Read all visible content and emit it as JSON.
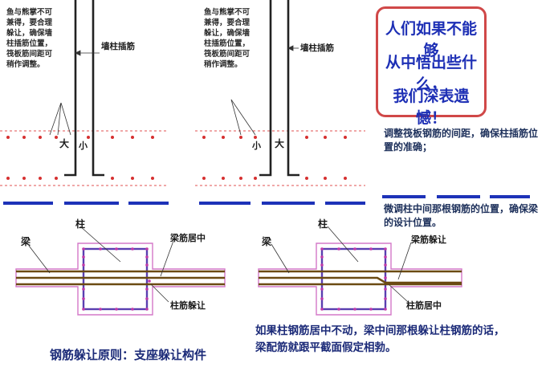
{
  "top_left": {
    "note": "鱼与熊掌不可兼得，要合理躲让，确保墙柱插筋位置，筏板筋间距可稍作调整。",
    "label_wall_rebar": "墙柱插筋",
    "label_big": "大",
    "label_small": "小"
  },
  "top_middle": {
    "note": "鱼与熊掌不可兼得，要合理躲让，确保墙柱插筋位置，筏板筋间距可稍作调整。",
    "label_wall_rebar": "墙柱插筋",
    "label_small": "小",
    "label_big": "大"
  },
  "callout": {
    "line1": "人们如果不能够",
    "line2": "从中悟出些什么，",
    "line3": "我们深表遗憾！",
    "border_color": "#d04848",
    "text_color": "#1d2fb5"
  },
  "right_notes": {
    "adjust_spacing": "调整筏板钢筋的间距，确保柱插筋位置的准确；",
    "adjust_beam": "微调柱中间那根钢筋的位置，确保梁的设计位置。"
  },
  "bottom_left": {
    "label_column": "柱",
    "label_beam": "梁",
    "label_beam_centered": "梁筋居中",
    "label_column_yield": "柱筋躲让",
    "caption": "钢筋躲让原则：支座躲让构件"
  },
  "bottom_right": {
    "label_column": "柱",
    "label_beam": "梁",
    "label_beam_yield": "梁筋躲让",
    "label_column_centered": "柱筋居中",
    "caption": "如果柱钢筋居中不动，梁中间那根躲让柱钢筋的话，梁配筋就跟平截面假定相勃。"
  },
  "colors": {
    "slab_dash": "#e05050",
    "rebar_dot": "#d63030",
    "wall_line": "#222222",
    "grade_beam": "#1d32b8",
    "beam_outline": "#d478c8",
    "beam_rebar": "#6b4a12",
    "column_stirrup": "#5a3fb0",
    "column_bar": "#c03aa8"
  }
}
